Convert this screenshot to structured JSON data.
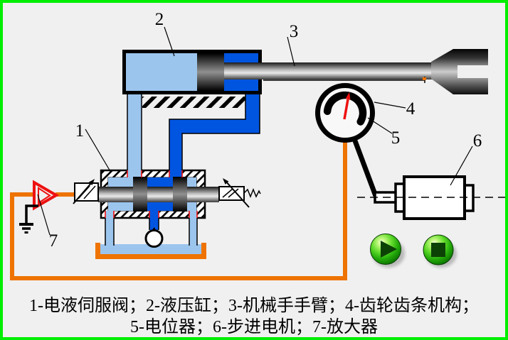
{
  "title": "electro-hydraulic servo manipulator animation",
  "labels": {
    "servo_valve": "1",
    "hydraulic_cylinder": "2",
    "manipulator_arm": "3",
    "gear_rack": "4",
    "potentiometer": "5",
    "stepper_motor": "6",
    "amplifier": "7"
  },
  "caption": {
    "line1": "1-电液伺服阀；2-液压缸；3-机械手手臂；4-齿轮齿条机构；",
    "line2": "5-电位器；6-步进电机；7-放大器"
  },
  "colors": {
    "page_border": "#00ee00",
    "background": "#f0f0f0",
    "hydraulic_light_blue": "#9cc5ee",
    "hydraulic_blue": "#0055e0",
    "wire_orange": "#ee7300",
    "accent_red": "#ee1111",
    "button_green": "#2eb515"
  },
  "buttons": {
    "play": "play",
    "stop": "stop"
  }
}
